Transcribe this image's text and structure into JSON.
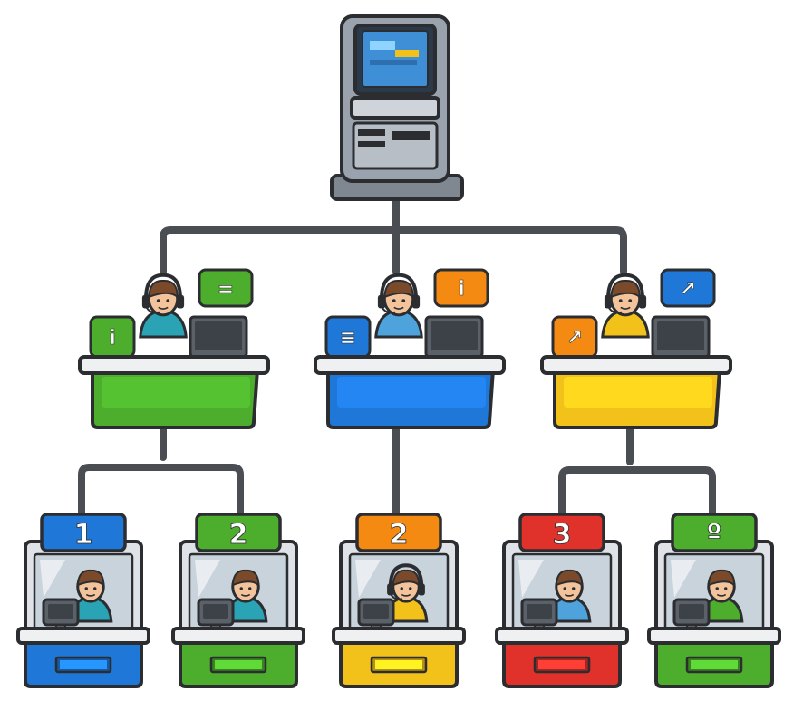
{
  "colors": {
    "outline": "#2b2d31",
    "line": "#4a4d52",
    "green": "#4cae2c",
    "blue": "#1f78d8",
    "yellow": "#f2c21a",
    "orange": "#f48a12",
    "red": "#e0322a",
    "desk_top": "#eef0f2",
    "kiosk_body": "#9aa3ad",
    "screen": "#3f8fd6"
  },
  "kiosk": {
    "icon": "ticket-kiosk-icon"
  },
  "agents": [
    {
      "id": "green",
      "color": "#4cae2c",
      "shirt": "#2aa3b5",
      "badge_left": "i",
      "badge_left_color": "#4cae2c",
      "badge_right": "=",
      "badge_right_color": "#4cae2c"
    },
    {
      "id": "blue",
      "color": "#1f78d8",
      "shirt": "#4fa3dd",
      "badge_left": "≡",
      "badge_left_color": "#1f78d8",
      "badge_right": "i",
      "badge_right_color": "#f48a12"
    },
    {
      "id": "yellow",
      "color": "#f2c21a",
      "shirt": "#f2c21a",
      "badge_left": "↗",
      "badge_left_color": "#f48a12",
      "badge_right": "↗",
      "badge_right_color": "#1f78d8"
    }
  ],
  "counters": [
    {
      "number": "1",
      "color": "#1f78d8",
      "badge_color": "#1f78d8",
      "shirt": "#2aa3b5"
    },
    {
      "number": "2",
      "color": "#4cae2c",
      "badge_color": "#4cae2c",
      "shirt": "#2aa3b5"
    },
    {
      "number": "2",
      "color": "#f2c21a",
      "badge_color": "#f48a12",
      "shirt": "#f2c21a"
    },
    {
      "number": "3",
      "color": "#e0322a",
      "badge_color": "#e0322a",
      "shirt": "#4fa3dd"
    },
    {
      "number": "º",
      "color": "#4cae2c",
      "badge_color": "#4cae2c",
      "shirt": "#4cae2c"
    }
  ]
}
